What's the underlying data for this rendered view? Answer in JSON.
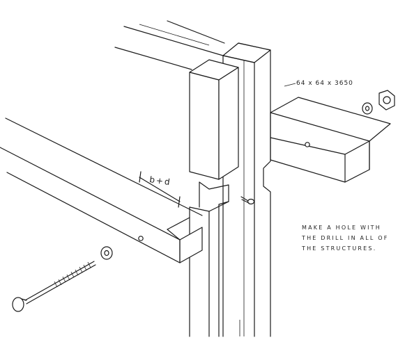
{
  "drawing": {
    "timber_size_label": "64 x 64 x 3650",
    "gap_label": "b+d",
    "instruction_lines": [
      "MAKE A HOLE WITH",
      "THE DRILL IN ALL OF",
      "THE STRUCTURES."
    ],
    "parts": [
      "vertical-post",
      "upper-crossbeam",
      "right-beam",
      "left-beam",
      "carriage-bolt",
      "washer",
      "hex-nut",
      "cotter-pin"
    ],
    "colors": {
      "ink": "#1a1a1a",
      "paper": "#ffffff"
    }
  }
}
